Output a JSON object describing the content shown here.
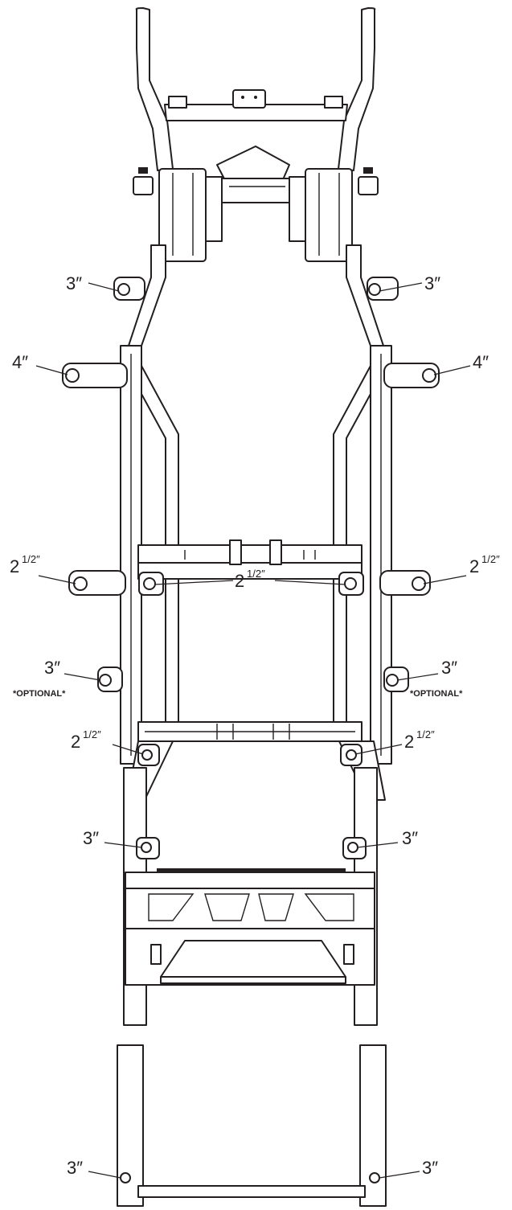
{
  "labels": {
    "three_in": "3″",
    "four_in": "4″",
    "two_half_whole": "2",
    "two_half_frac": "1/2″",
    "optional": "*OPTIONAL*"
  }
}
